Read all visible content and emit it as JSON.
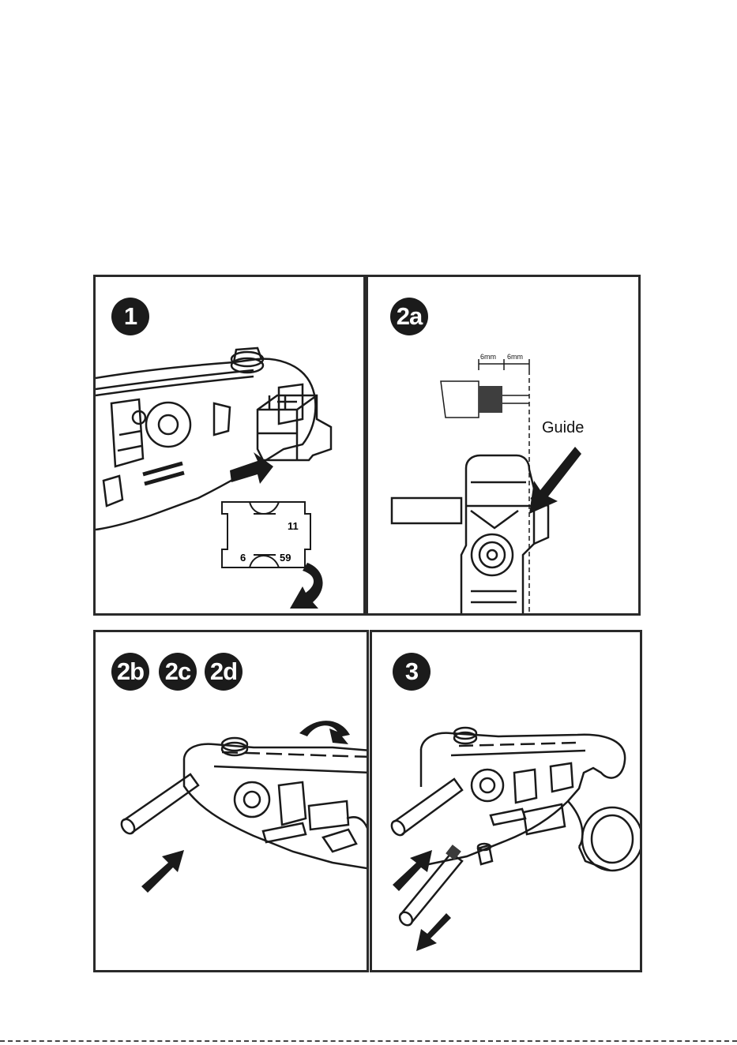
{
  "steps": {
    "step1": {
      "badge": "1",
      "blade_labels": {
        "top": "11",
        "left": "6",
        "right": "59"
      }
    },
    "step2a": {
      "badge": "2a",
      "dimension_left": "6mm",
      "dimension_right": "6mm",
      "guide_label": "Guide"
    },
    "step2bcd": {
      "badges": [
        "2b",
        "2c",
        "2d"
      ]
    },
    "step3": {
      "badge": "3"
    }
  },
  "colors": {
    "line": "#1a1a1a",
    "panel_border": "#2a2a2a",
    "badge": "#1b1b1b",
    "cable_dark": "#4a4a4a"
  }
}
